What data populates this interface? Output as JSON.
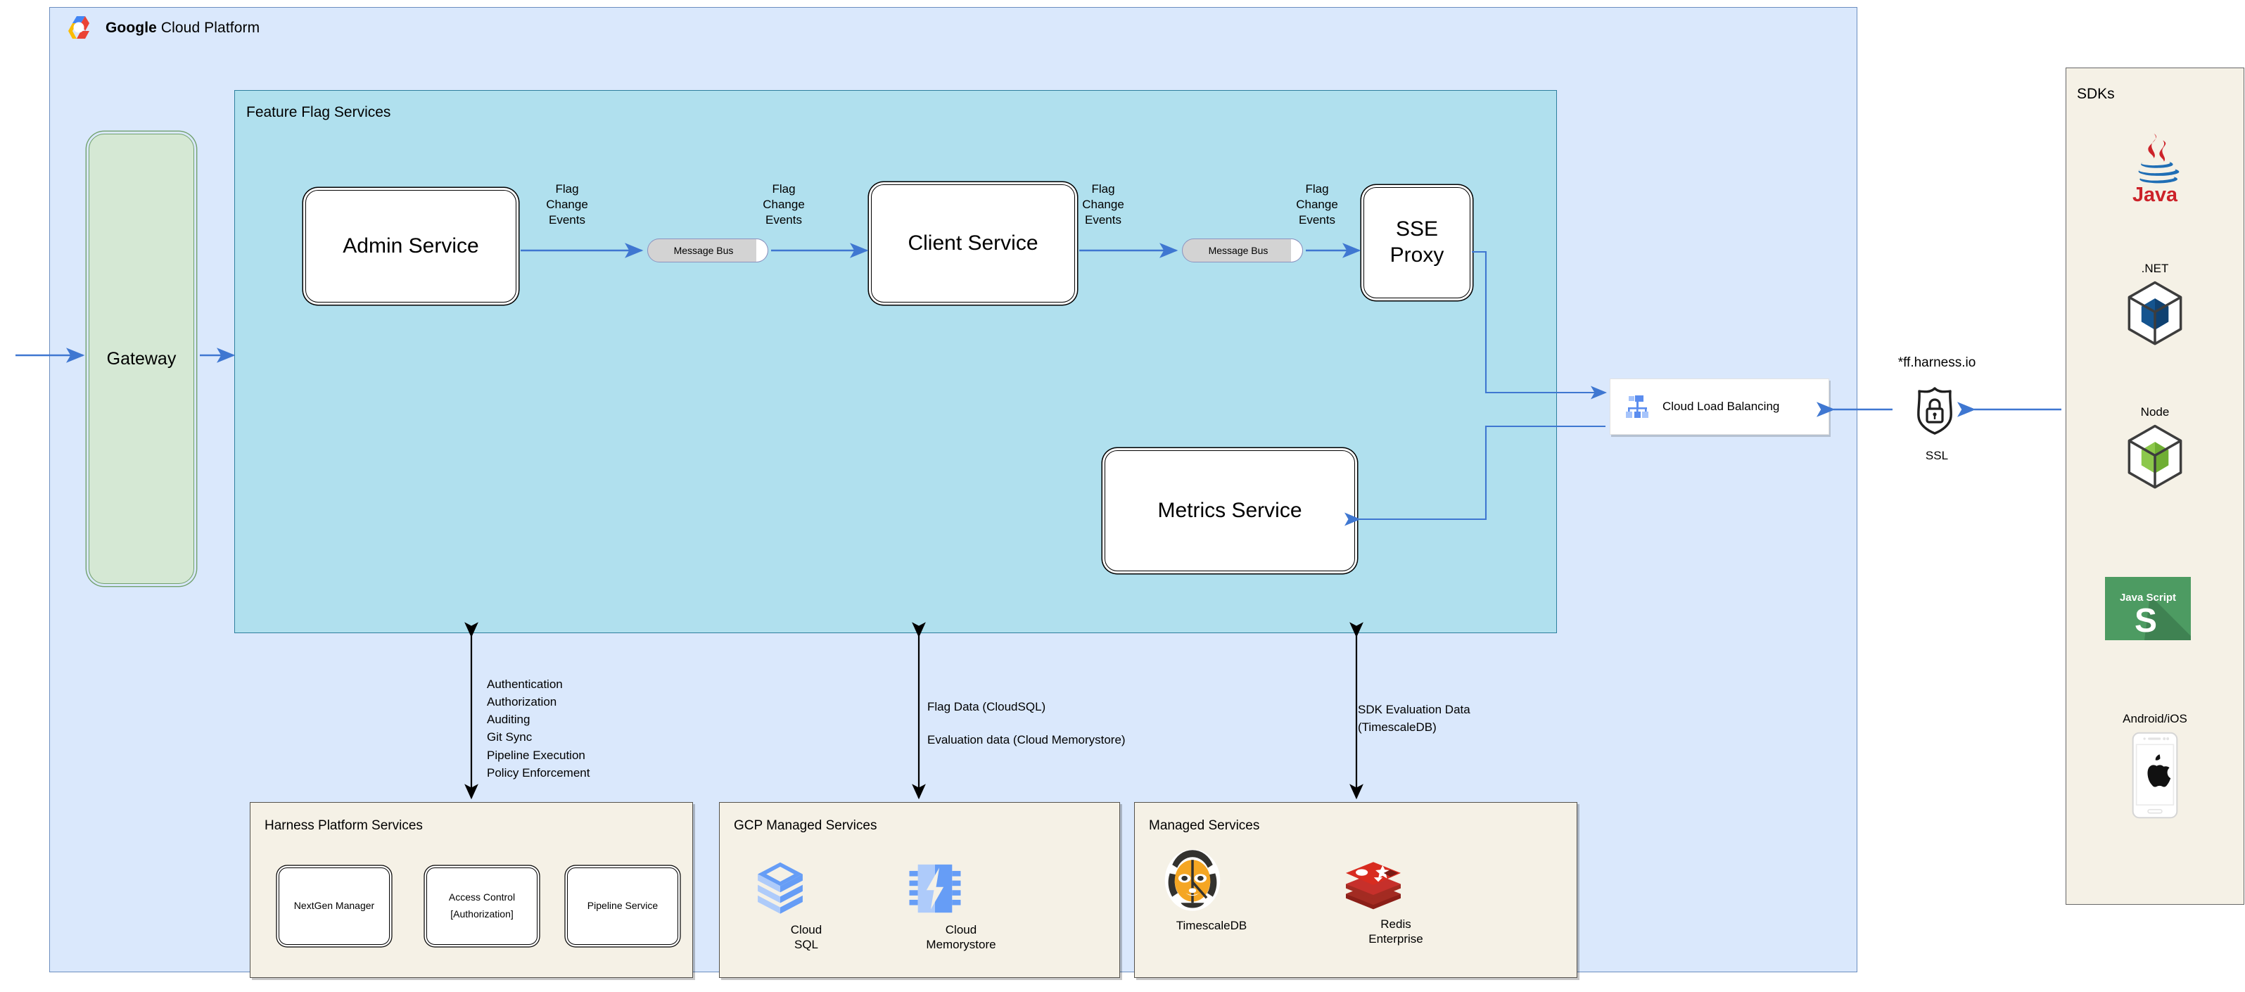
{
  "gcp": {
    "title_bold": "Google",
    "title_rest": " Cloud Platform",
    "logo_icon": "google-cloud-logo"
  },
  "gateway": {
    "label": "Gateway"
  },
  "feature_flag_services": {
    "title": "Feature Flag Services",
    "services": [
      {
        "id": "admin-service",
        "label": "Admin Service"
      },
      {
        "id": "client-service",
        "label": "Client Service"
      },
      {
        "id": "sse-proxy",
        "label": "SSE\nProxy"
      },
      {
        "id": "metrics-service",
        "label": "Metrics Service"
      }
    ],
    "message_buses": [
      {
        "label": "Message Bus"
      },
      {
        "label": "Message Bus"
      }
    ],
    "edge_labels": [
      "Flag\nChange\nEvents",
      "Flag\nChange\nEvents",
      "Flag\nChange\nEvents",
      "Flag\nChange\nEvents"
    ]
  },
  "load_balancer": {
    "label": "Cloud Load Balancing",
    "icon": "cloud-load-balancing-icon"
  },
  "ssl": {
    "domain": "*ff.harness.io",
    "label": "SSL",
    "icon": "ssl-shield-lock-icon"
  },
  "annotations": {
    "harness_platform": [
      "Authentication",
      "Authorization",
      "Auditing",
      "Git Sync",
      "Pipeline Execution",
      "Policy Enforcement"
    ],
    "gcp_managed": [
      "Flag Data (CloudSQL)",
      "Evaluation data (Cloud Memorystore)"
    ],
    "managed": [
      "SDK Evaluation Data",
      "(TimescaleDB)"
    ]
  },
  "groups": [
    {
      "id": "harness-platform-services",
      "title": "Harness Platform Services",
      "items": [
        {
          "label": "NextGen Manager"
        },
        {
          "label": "Access Control\n[Authorization]"
        },
        {
          "label": "Pipeline Service"
        }
      ]
    },
    {
      "id": "gcp-managed-services",
      "title": "GCP Managed Services",
      "items": [
        {
          "label": "Cloud\nSQL",
          "icon": "cloud-sql-icon"
        },
        {
          "label": "Cloud\nMemorystore",
          "icon": "cloud-memorystore-icon"
        }
      ]
    },
    {
      "id": "managed-services",
      "title": "Managed Services",
      "items": [
        {
          "label": "TimescaleDB",
          "icon": "timescaledb-tiger-icon"
        },
        {
          "label": "Redis\nEnterprise",
          "icon": "redis-icon"
        }
      ]
    }
  ],
  "sdks": {
    "title": "SDKs",
    "items": [
      {
        "label": "",
        "icon": "java-logo-icon",
        "caption_below": true
      },
      {
        "label": ".NET",
        "icon": "dotnet-cube-icon",
        "caption_below": false
      },
      {
        "label": "Node",
        "icon": "node-cube-icon",
        "caption_below": false
      },
      {
        "label": "",
        "icon": "javascript-logo-icon",
        "caption_below": false
      },
      {
        "label": "Android/iOS",
        "icon": "mobile-phone-icon",
        "caption_below": false
      }
    ]
  },
  "colors": {
    "gcp_background": "#dae8fc",
    "gcp_border": "#6c8ebf",
    "ffs_background": "#b0e0ee",
    "ffs_border": "#2e7f9e",
    "group_background": "#f5f1e6",
    "gateway_fill": "#d5e8d4",
    "gateway_border": "#71a16c",
    "arrow_blue": "#3f77d1",
    "arrow_black": "#000000"
  }
}
